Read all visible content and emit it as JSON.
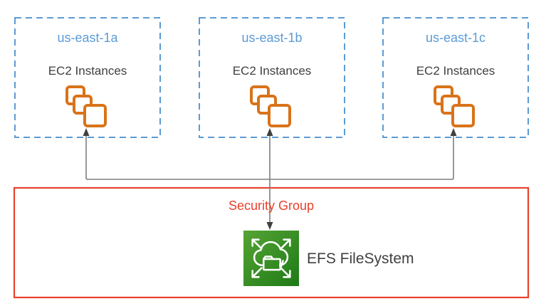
{
  "zones": [
    {
      "name": "us-east-1a",
      "service": "EC2 Instances"
    },
    {
      "name": "us-east-1b",
      "service": "EC2 Instances"
    },
    {
      "name": "us-east-1c",
      "service": "EC2 Instances"
    }
  ],
  "security_group": {
    "label": "Security Group"
  },
  "efs": {
    "label": "EFS FileSystem"
  },
  "connections": [
    {
      "from": "EFS FileSystem",
      "to": "us-east-1a EC2 Instances",
      "style": "arrow-up"
    },
    {
      "from": "EFS FileSystem",
      "to": "us-east-1b EC2 Instances",
      "style": "double-arrow-vertical"
    },
    {
      "from": "EFS FileSystem",
      "to": "us-east-1c EC2 Instances",
      "style": "arrow-up"
    }
  ],
  "colors": {
    "az_border": "#5B9BD5",
    "az_title": "#5B9BD5",
    "ec2_icon_orange": "#D9731A",
    "security_group_red": "#E8412C",
    "text_gray": "#3F3F3F",
    "connector_gray": "#7F7F7F",
    "arrowhead_gray": "#3F3F3F",
    "efs_green_start": "#55A434",
    "efs_green_end": "#1E7A17"
  }
}
